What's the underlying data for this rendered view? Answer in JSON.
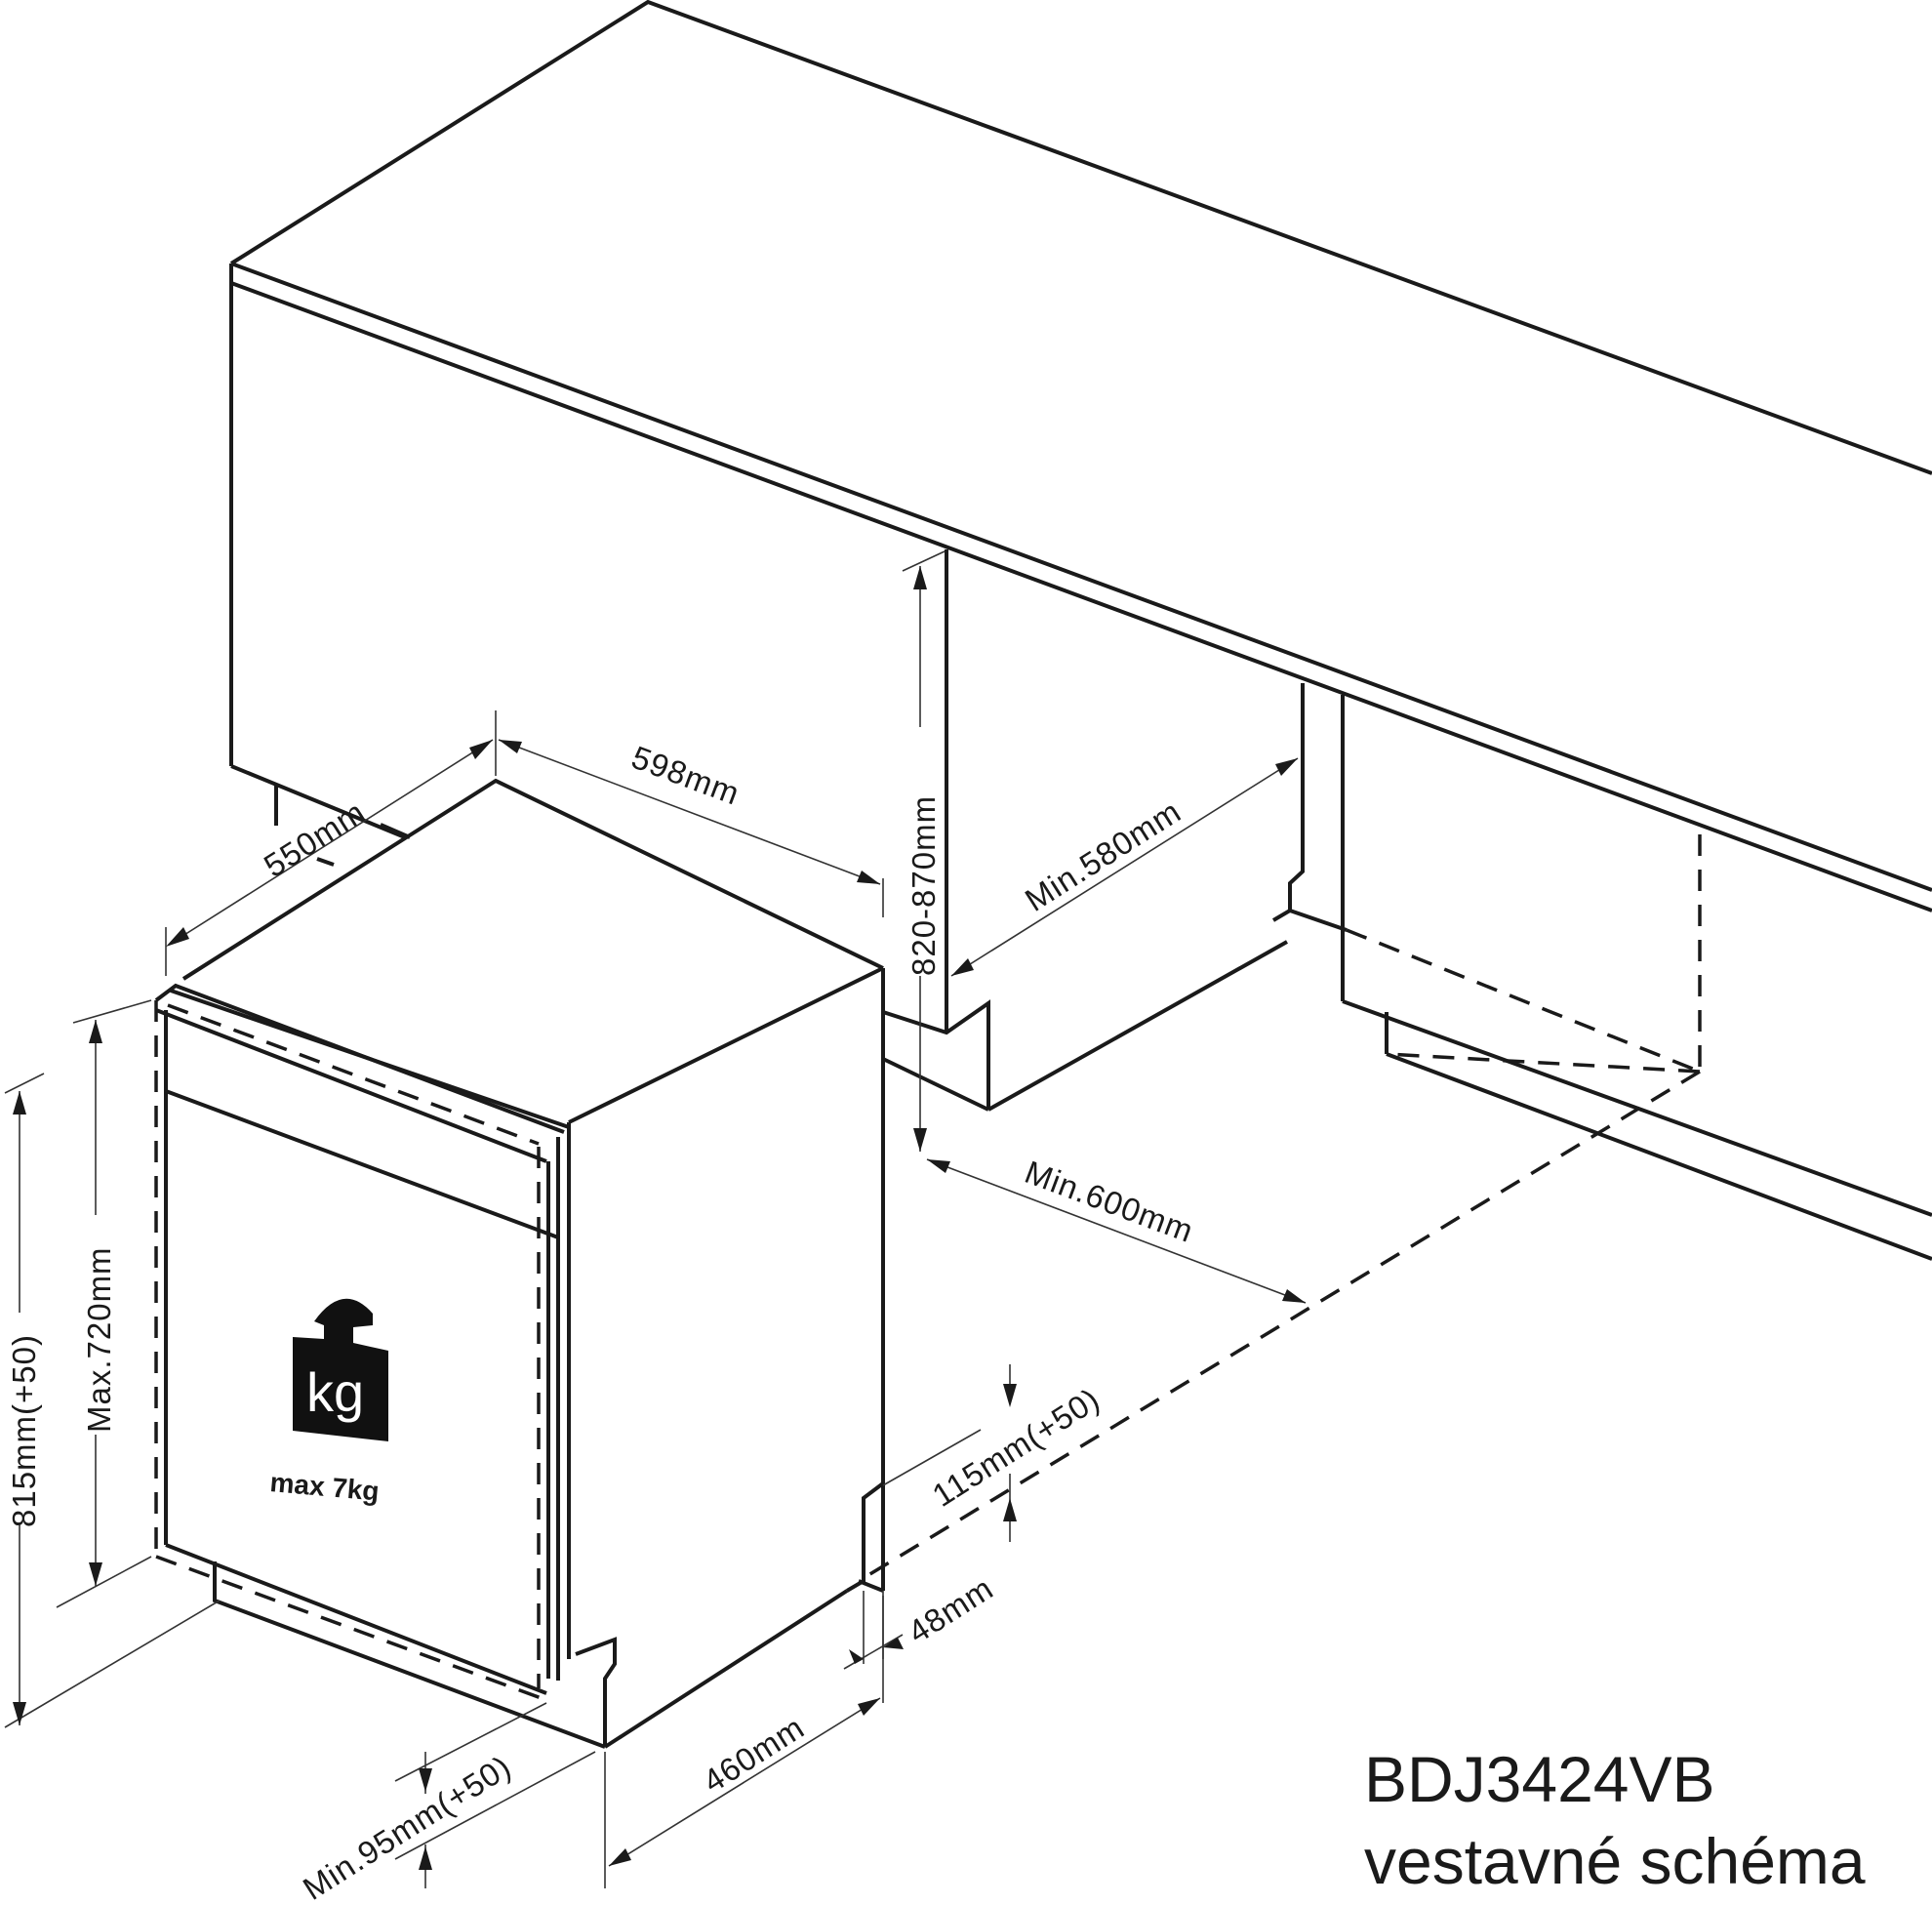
{
  "title_block": {
    "model": "BDJ3424VB",
    "subtitle": "vestavné schéma"
  },
  "dimensions": {
    "depth_top": "550mm",
    "width_top": "598mm",
    "niche_height": "820-870mm",
    "niche_depth": "Min.580mm",
    "niche_width": "Min.600mm",
    "appliance_height": "815mm(+50)",
    "door_height": "Max.720mm",
    "plinth_height": "Min.95mm(+50)",
    "foot_depth": "460mm",
    "rear_foot_height": "115mm(+50)",
    "rear_offset": "48mm"
  },
  "door_label": {
    "icon": "weight-kg-icon",
    "icon_text": "kg",
    "text": "max  7kg"
  },
  "colors": {
    "line": "#1a1a1a",
    "background": "#ffffff",
    "kg_text": "#ffffff"
  }
}
